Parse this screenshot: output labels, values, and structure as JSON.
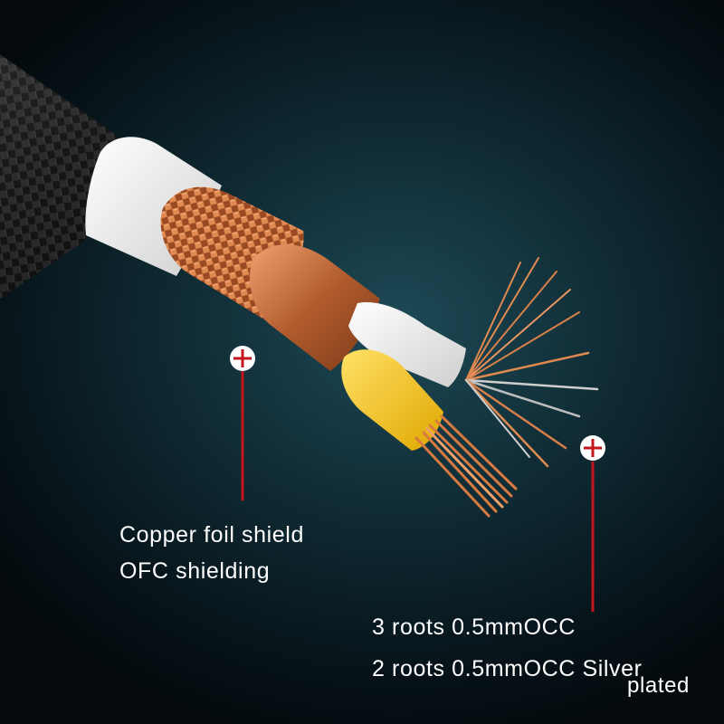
{
  "labels": {
    "shield_line_1": "Copper foil shield",
    "shield_line_2": "OFC shielding",
    "conductor_line_1": "3 roots 0.5mmOCC",
    "conductor_line_2": "2 roots 0.5mmOCC Silver",
    "conductor_line_3": "plated"
  },
  "icons": {
    "shield_marker": "plus-circle-icon",
    "conductor_marker": "plus-circle-icon"
  },
  "colors": {
    "background": "#0f2a33",
    "copper": "#c8743f",
    "marker_red": "#c4141c",
    "insulation_white": "#f2f2f2",
    "insulation_yellow": "#f0c419"
  }
}
